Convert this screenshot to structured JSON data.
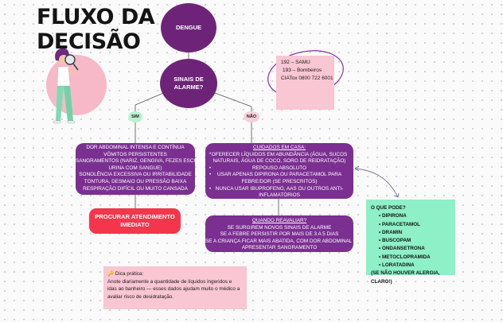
{
  "title": [
    "FLUXO DA",
    "DECISÃO"
  ],
  "nodes": {
    "dengue": "DENGUE",
    "sinais": [
      "SINAIS DE",
      "ALARME?"
    ]
  },
  "branches": {
    "sim": "SIM",
    "nao": "NÃO"
  },
  "contacts": [
    "192 – SAMU",
    "193 – Bombeiros",
    "CIATox 0800 722 6001"
  ],
  "alarm_signs": [
    "DOR ABDOMINAL INTENSA E CONTÍNUA",
    "VÔMITOS PERSISTENTES",
    "SANGRAMENTOS (NARIZ, GENGIVA, FEZES ESCURAS,",
    "URINA COM SANGUE)",
    "SONOLÊNCIA EXCESSIVA OU IRRITABILIDADE",
    "TONTURA, DESMAIO OU PRESSÃO BAIXA",
    "RESPIRAÇÃO DIFÍCIL OU MUITO CANSADA"
  ],
  "action": [
    "PROCURAR ATENDIMENTO",
    "IMEDIATO"
  ],
  "home_care": {
    "heading": "CUIDADOS EM CASA:",
    "lines": [
      "OFERECER LÍQUIDOS EM ABUNDÂNCIA (ÁGUA, SUCOS",
      "NATURAIS, ÁGUA DE COCO, SORO DE REIDRATAÇÃO)",
      "REPOUSO ABSOLUTO",
      "USAR APENAS DIPIRONA OU PARACETAMOL PARA",
      "FEBRE/DOR (SE PRESCRITOS)",
      "NUNCA USAR IBUPROFENO, AAS OU OUTROS ANTI-",
      "INFLAMATÓRIOS"
    ]
  },
  "reevaluate": {
    "heading": "QUANDO REAVALIAR?",
    "lines": [
      "SE SURGIREM NOVOS SINAIS DE ALARME",
      "SE A FEBRE PERSISTIR POR MAIS DE 3 A 5 DIAS",
      "SE A CRIANÇA FICAR MAIS ABATIDA, COM DOR ABDOMINAL OU",
      "APRESENTAR SANGRAMENTO"
    ]
  },
  "medications": {
    "heading": "O QUE PODE?",
    "items": [
      "DIPIRONA",
      "PARACETAMOL",
      "DRAMIN",
      "BUSCOPAM",
      "ONDANSETRONA",
      "METOCLOPRAMIDA",
      "LORATADINA"
    ],
    "footer": "(SE NÃO HOUVER ALERGIA, CLARO!)"
  },
  "tip": {
    "icon": "🔑",
    "heading": "Dica prática:",
    "lines": [
      "Anote diariamente a quantidade de líquidos ingeridos e",
      "idas ao banheiro — esses dados ajudam muito o médico a",
      "avaliar risco de desidratação."
    ]
  },
  "colors": {
    "purple": "#6d2478",
    "pink": "#f9c6d3",
    "green": "#8ef0c7",
    "red": "#f4364c"
  }
}
